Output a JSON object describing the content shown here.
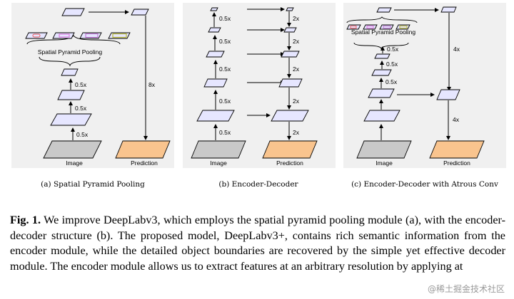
{
  "figure": {
    "panels": [
      {
        "id": "a",
        "caption": "(a) Spatial Pyramid Pooling",
        "spp_label": "Spatial Pyramid Pooling",
        "scale_labels": [
          "0.5x",
          "0.5x",
          "0.5x"
        ],
        "upsample_label": "8x",
        "input_label": "Image",
        "output_label": "Prediction"
      },
      {
        "id": "b",
        "caption": "(b) Encoder-Decoder",
        "down_labels": [
          "0.5x",
          "0.5x",
          "0.5x",
          "0.5x",
          "0.5x"
        ],
        "up_labels": [
          "2x",
          "2x",
          "2x",
          "2x",
          "2x"
        ],
        "input_label": "Image",
        "output_label": "Prediction"
      },
      {
        "id": "c",
        "caption": "(c) Encoder-Decoder with Atrous Conv",
        "spp_label": "Spatial Pyramid Pooling",
        "scale_labels": [
          "0.5x",
          "0.5x",
          "0.5x"
        ],
        "up_labels": [
          "4x",
          "4x"
        ],
        "input_label": "Image",
        "output_label": "Prediction"
      }
    ]
  },
  "caption": {
    "label": "Fig. 1.",
    "text": "We improve DeepLabv3, which employs the spatial pyramid pooling module (a), with the encoder-decoder structure (b). The proposed model, DeepLabv3+, contains rich semantic information from the encoder module, while the detailed object boundaries are recovered by the simple yet effective decoder module. The encoder module allows us to extract features at an arbitrary resolution by applying at"
  },
  "watermark": "@稀土掘金技术社区",
  "colors": {
    "feature_map": "#e6e6ff",
    "image": "#c9c9c9",
    "prediction": "#f9c48e",
    "panel_background": "#f0f0f0"
  }
}
